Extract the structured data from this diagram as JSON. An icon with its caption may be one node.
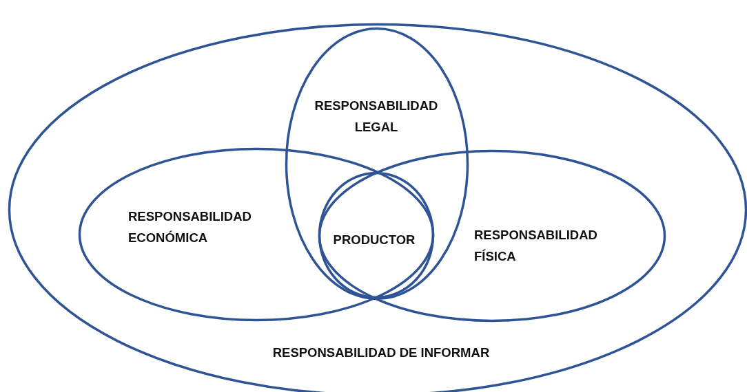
{
  "diagram": {
    "nodes": [
      {
        "text": [
          "RESPONSABILIDAD DE INFORMAR"
        ]
      },
      {
        "text": [
          "RESPONSABILIDAD LEGAL"
        ],
        "in": 0
      },
      {
        "text": [
          "RESPONSABILIDAD ECONÓMICA"
        ],
        "in": 0
      },
      {
        "text": [
          "RESPONSABILIDAD FÍSICA"
        ],
        "in": 0
      },
      {
        "text": [
          "PRODUCTOR"
        ]
      }
    ],
    "edges": []
  }
}
